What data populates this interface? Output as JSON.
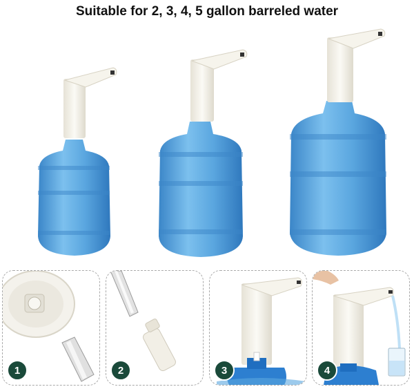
{
  "headline": "Suitable for 2, 3, 4, 5 gallon barreled water",
  "colors": {
    "bottle": "#5aa6df",
    "bottle_dark": "#3b86c8",
    "dispenser": "#f3f1e8",
    "badge": "#1a4a3a",
    "panel_border": "#a9a9a9"
  },
  "bottles": [
    {
      "label": "small bottle with dispenser"
    },
    {
      "label": "medium bottle with dispenser"
    },
    {
      "label": "large bottle with dispenser"
    }
  ],
  "steps": [
    {
      "number": "1",
      "icon": "dispenser-inlet-icon"
    },
    {
      "number": "2",
      "icon": "tube-connection-icon"
    },
    {
      "number": "3",
      "icon": "dispenser-mounted-icon"
    },
    {
      "number": "4",
      "icon": "press-to-pour-icon"
    }
  ]
}
